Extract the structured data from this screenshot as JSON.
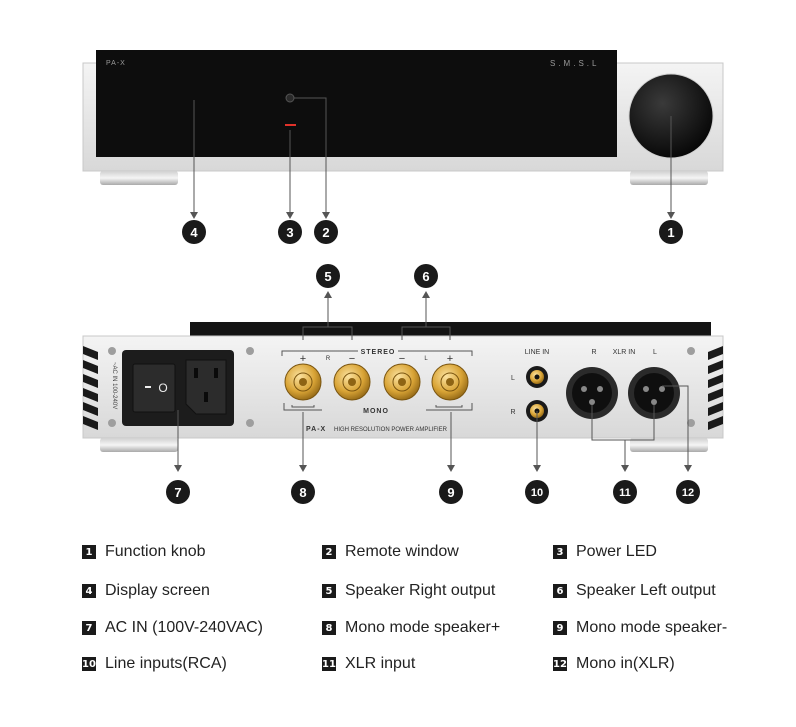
{
  "front_panel": {
    "model_label": "PA-X",
    "brand_label": "S.M.S.L"
  },
  "rear_panel": {
    "stereo_label": "STEREO",
    "mono_label": "MONO",
    "line_in_label": "LINE IN",
    "xlr_in_label": "XLR IN",
    "model_caption": "HIGH RESOLUTION POWER AMPLIFIER",
    "ac_label": "~AC IN 100-240V",
    "switch_glyph": "O",
    "terminal_signs": [
      "+",
      "R",
      "−",
      "−",
      "L",
      "+"
    ],
    "line_l": "L",
    "line_r": "R",
    "xlr_r": "R",
    "xlr_l": "L"
  },
  "callouts": [
    {
      "num": "1"
    },
    {
      "num": "2"
    },
    {
      "num": "3"
    },
    {
      "num": "4"
    },
    {
      "num": "5"
    },
    {
      "num": "6"
    },
    {
      "num": "7"
    },
    {
      "num": "8"
    },
    {
      "num": "9"
    },
    {
      "num": "10"
    },
    {
      "num": "11"
    },
    {
      "num": "12"
    }
  ],
  "legend": [
    {
      "num": "1",
      "label": "Function knob"
    },
    {
      "num": "2",
      "label": "Remote window"
    },
    {
      "num": "3",
      "label": "Power LED"
    },
    {
      "num": "4",
      "label": "Display screen"
    },
    {
      "num": "5",
      "label": "Speaker Right output"
    },
    {
      "num": "6",
      "label": "Speaker Left output"
    },
    {
      "num": "7",
      "label": "AC IN (100V-240VAC)"
    },
    {
      "num": "8",
      "label": "Mono mode speaker+"
    },
    {
      "num": "9",
      "label": "Mono mode speaker-"
    },
    {
      "num": "10",
      "label": "Line inputs(RCA)"
    },
    {
      "num": "11",
      "label": "XLR input"
    },
    {
      "num": "12",
      "label": "Mono in(XLR)"
    }
  ],
  "colors": {
    "chassis": "#e6e6e6",
    "display": "#0d0d0d",
    "callout": "#1a1a1a",
    "led": "#e0322a",
    "gold": "#d9a436"
  }
}
